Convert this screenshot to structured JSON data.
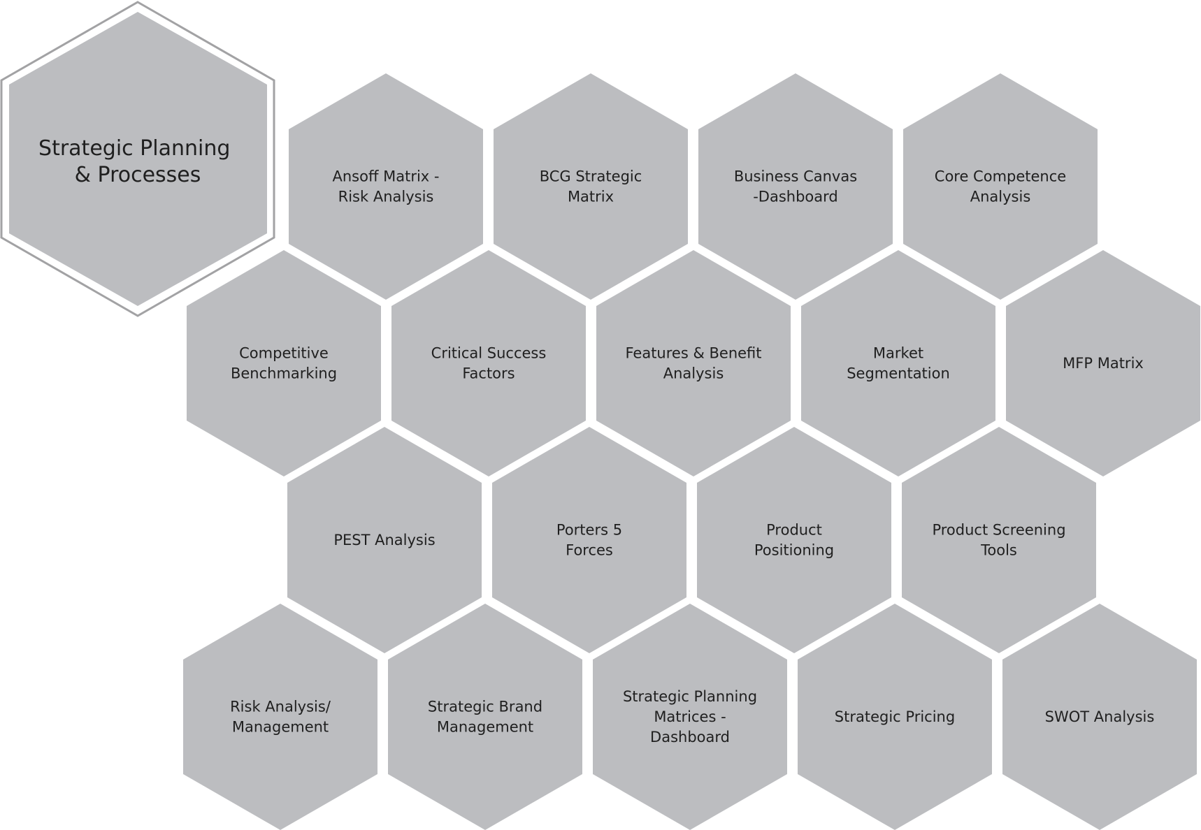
{
  "colors": {
    "background": "#ffffff",
    "tile_fill": "#bcbdc0",
    "title_fill": "#bcbdc0",
    "title_outline": "#a2a2a4",
    "text": "#1f1f1f"
  },
  "title": {
    "lines": [
      "Strategic Planning",
      "& Processes"
    ]
  },
  "tiles": [
    {
      "id": "ansoff-matrix",
      "lines": [
        "Ansoff Matrix -",
        "Risk Analysis"
      ]
    },
    {
      "id": "bcg-strategic-matrix",
      "lines": [
        "BCG Strategic",
        "Matrix"
      ]
    },
    {
      "id": "business-canvas-dashboard",
      "lines": [
        "Business Canvas",
        "-Dashboard"
      ]
    },
    {
      "id": "core-competence-analysis",
      "lines": [
        "Core Competence",
        "Analysis"
      ]
    },
    {
      "id": "competitive-benchmarking",
      "lines": [
        "Competitive",
        "Benchmarking"
      ]
    },
    {
      "id": "critical-success-factors",
      "lines": [
        "Critical Success",
        "Factors"
      ]
    },
    {
      "id": "features-benefit-analysis",
      "lines": [
        "Features & Benefit",
        "Analysis"
      ]
    },
    {
      "id": "market-segmentation",
      "lines": [
        "Market",
        "Segmentation"
      ]
    },
    {
      "id": "mfp-matrix",
      "lines": [
        "MFP Matrix"
      ]
    },
    {
      "id": "pest-analysis",
      "lines": [
        "PEST Analysis"
      ]
    },
    {
      "id": "porters-5-forces",
      "lines": [
        "Porters 5",
        "Forces"
      ]
    },
    {
      "id": "product-positioning",
      "lines": [
        "Product",
        "Positioning"
      ]
    },
    {
      "id": "product-screening-tools",
      "lines": [
        "Product Screening",
        "Tools"
      ]
    },
    {
      "id": "risk-analysis-management",
      "lines": [
        "Risk Analysis/",
        "Management"
      ]
    },
    {
      "id": "strategic-brand-management",
      "lines": [
        "Strategic Brand",
        "Management"
      ]
    },
    {
      "id": "strategic-planning-matrices-dashboard",
      "lines": [
        "Strategic Planning",
        "Matrices -",
        "Dashboard"
      ]
    },
    {
      "id": "strategic-pricing",
      "lines": [
        "Strategic Pricing"
      ]
    },
    {
      "id": "swot-analysis",
      "lines": [
        "SWOT Analysis"
      ]
    }
  ]
}
